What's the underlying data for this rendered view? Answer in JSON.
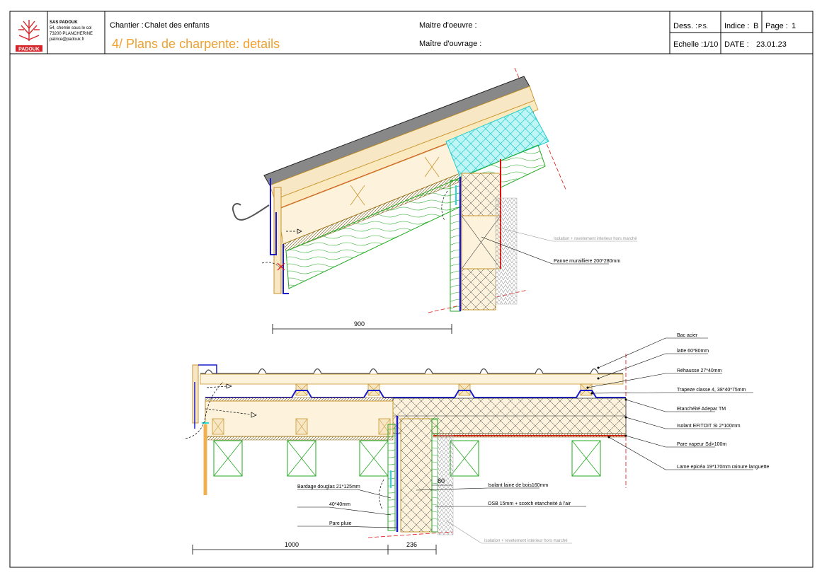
{
  "company": {
    "name": "SAS PADOUK",
    "address1": "54, chemin sous le col",
    "address2": "73200 PLANCHERINE",
    "email": "patrice@padouk.fr",
    "logo_text": "PADOUK"
  },
  "title_block": {
    "chantier_label": "Chantier :",
    "chantier_value": "Chalet des enfants",
    "drawing_title": "4/ Plans de charpente: details",
    "maitre_oeuvre": "Maitre d'oeuvre :",
    "maitre_ouvrage": "Maître d'ouvrage :",
    "dess_label": "Dess. :",
    "dess_value": "P.S.",
    "indice_label": "Indice :",
    "indice_value": "B",
    "page_label": "Page :",
    "page_value": "1",
    "echelle_label": "Echelle :",
    "echelle_value": "1/10",
    "date_label": "DATE :",
    "date_value": "23.01.23"
  },
  "colors": {
    "title_orange": "#f0a030",
    "wood": "#c8962e",
    "blue": "#1a1acc",
    "red": "#e01010",
    "green": "#22aa22",
    "cyan": "#22dddd",
    "logo_red": "#d4252b"
  },
  "section_top": {
    "labels": [
      "Isolation + revetement interieur hors marché",
      "Panne murailliere 200*280mm"
    ],
    "dimension": "900"
  },
  "section_bottom": {
    "right_labels": [
      "Bac acier",
      "latte 60*80mm",
      "Réhausse 27*40mm",
      "Trapeze classe 4, 38*40*75mm",
      "Etanchéité Adepar TM",
      "Isolant EFITOIT SI 2*100mm",
      "Pare vapeur Sd>100m",
      "Lame epicéa 19*170mm  rainure languette"
    ],
    "left_labels": [
      "Bardage douglas 21*125mm",
      "40*40mm",
      "Pare pluie"
    ],
    "center_labels": [
      "Isolant  laine de bois160mm",
      "OSB 15mm + scotch etancheité à l'air"
    ],
    "bottom_grey_label": "Isolation + revetement interieur hors marché",
    "dim_small": "80",
    "dim_left": "1000",
    "dim_right": "236"
  }
}
